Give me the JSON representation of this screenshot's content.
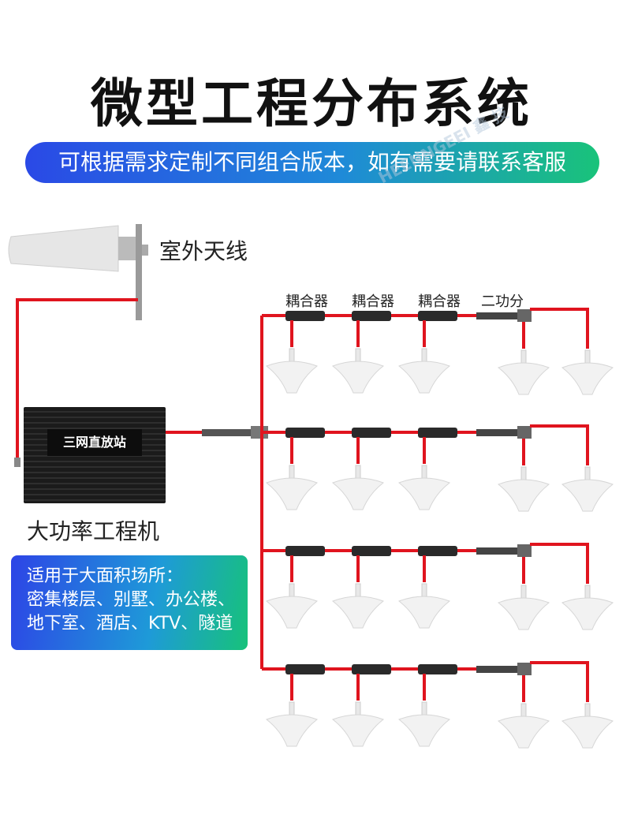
{
  "title": "微型工程分布系统",
  "banner": "可根据需求定制不同组合版本，如有需要请联系客服",
  "watermark": "HEENNGEEI 鑫 技",
  "outdoor_antenna_label": "室外天线",
  "machine_plate": "三网直放站",
  "machine_label": "大功率工程机",
  "component_labels": [
    "耦合器",
    "耦合器",
    "耦合器",
    "二功分"
  ],
  "info_lines": [
    "适用于大面积场所：",
    "密集楼层、别墅、办公楼、",
    "地下室、酒店、KTV、隧道"
  ],
  "colors": {
    "cable": "#e0141e",
    "banner_start": "#2a49e6",
    "banner_end": "#19c37a"
  }
}
